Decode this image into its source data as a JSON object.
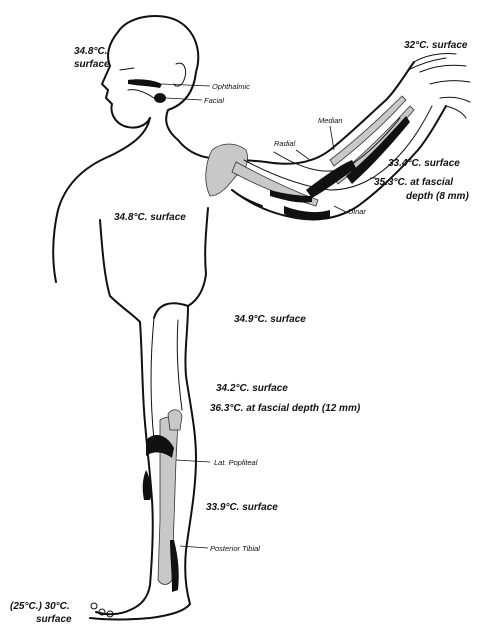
{
  "labels": {
    "head_temp": "34.8°C.",
    "head_surface": "surface",
    "ophthalmic": "Ophthalmic",
    "facial": "Facial",
    "hand_surface": "32°C. surface",
    "median": "Median",
    "radial": "Radial",
    "forearm_surface": "33.4°C. surface",
    "forearm_fascial": "35.3°C. at fascial",
    "forearm_depth": "depth (8 mm)",
    "ulnar": "Ulnar",
    "trunk_surface": "34.8°C. surface",
    "hip_surface": "34.9°C. surface",
    "knee_surface": "34.2°C. surface",
    "knee_fascial": "36.3°C. at fascial depth (12 mm)",
    "lat_popliteal": "Lat. Popliteal",
    "calf_surface": "33.9°C. surface",
    "posterior_tibial": "Posterior Tibial",
    "foot_temp": "(25°C.) 30°C.",
    "foot_surface": "surface"
  },
  "colors": {
    "ink": "#111111",
    "bone": "#c8c8c8",
    "background": "#ffffff"
  }
}
